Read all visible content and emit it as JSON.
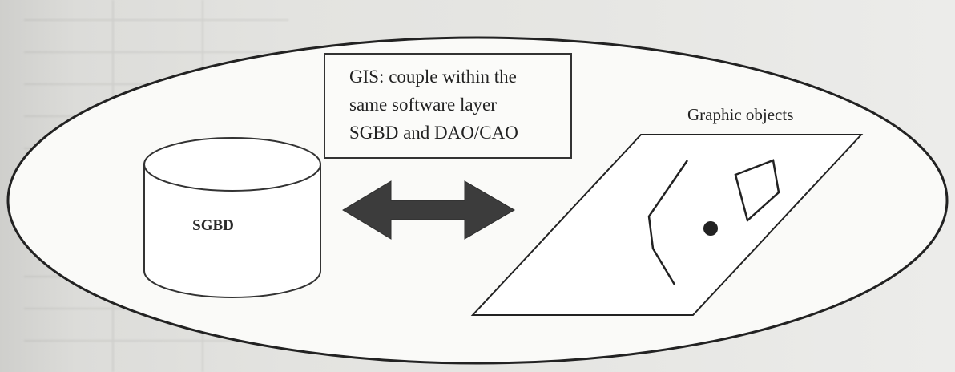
{
  "diagram": {
    "box_text": [
      "GIS: couple within the",
      "same software layer",
      "SGBD and DAO/CAO"
    ],
    "database_label": "SGBD",
    "graphic_label": "Graphic objects",
    "colors": {
      "stroke": "#222222",
      "arrow": "#3c3c3c",
      "ellipse_fill": "#fafaf8"
    }
  }
}
